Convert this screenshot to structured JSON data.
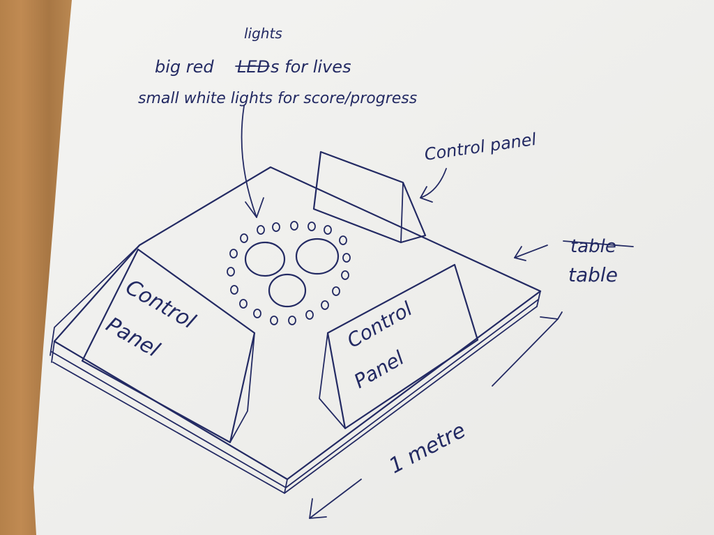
{
  "annotations": {
    "lights": "lights",
    "line1_a": "big red",
    "line1_struck": "LED",
    "line1_b": "s for lives",
    "line2": "small white lights for score/progress",
    "control_panel_top": "Control panel",
    "table_struck": "table",
    "table": "table",
    "control": "Control",
    "panel": "Panel",
    "dimension": "1 metre"
  },
  "colors": {
    "ink": "#232a63",
    "paper": "#f2f2f0",
    "wood": "#b5814a"
  }
}
